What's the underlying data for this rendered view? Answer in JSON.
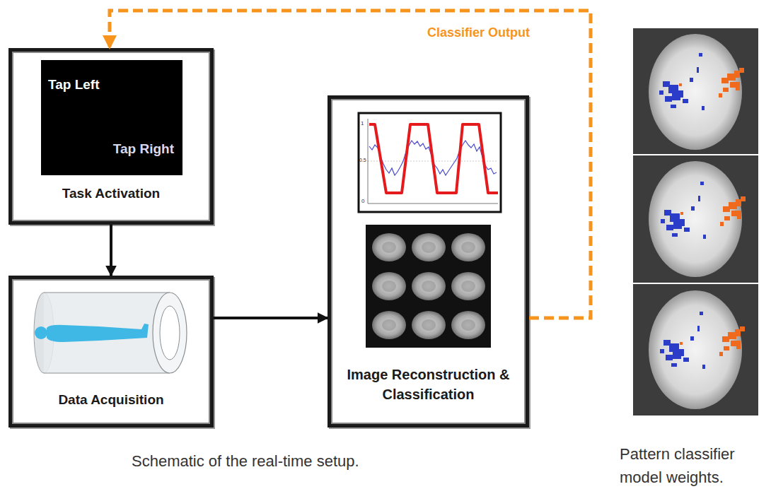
{
  "diagram": {
    "caption": "Schematic of the real-time setup.",
    "nodes": [
      {
        "text": [
          "Task Activation"
        ]
      },
      {
        "text": [
          "Tap Left",
          "Tap Right"
        ],
        "in": 0
      },
      {
        "text": [
          "Data Acquisition"
        ]
      },
      {
        "text": [
          "Image Reconstruction & Classification"
        ]
      }
    ],
    "edges": [
      {
        "from": 0,
        "to": 2,
        "arrow": "to"
      },
      {
        "from": 2,
        "to": 3,
        "arrow": "to"
      },
      {
        "from": 3,
        "to": 0,
        "arrow": "to",
        "label": "Classifier Output"
      }
    ],
    "labels": [
      "1",
      "0.5",
      "0",
      "Pattern classifier model weights."
    ]
  }
}
